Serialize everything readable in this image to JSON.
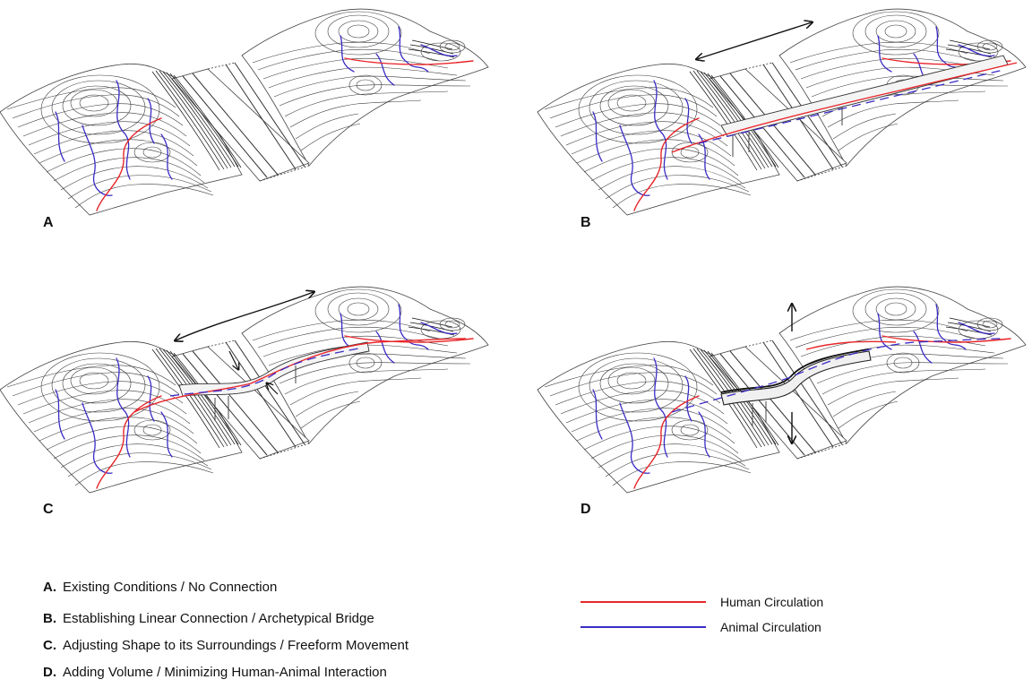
{
  "panels": [
    {
      "id": "A",
      "label": "A",
      "stage": "existing"
    },
    {
      "id": "B",
      "label": "B",
      "stage": "linear-bridge"
    },
    {
      "id": "C",
      "label": "C",
      "stage": "freeform-bridge"
    },
    {
      "id": "D",
      "label": "D",
      "stage": "volume-bridge"
    }
  ],
  "captions": [
    {
      "letter": "A.",
      "text": "Existing Conditions / No Connection"
    },
    {
      "letter": "B.",
      "text": "Establishing Linear Connection / Archetypical Bridge"
    },
    {
      "letter": "C.",
      "text": "Adjusting Shape to its Surroundings / Freeform Movement"
    },
    {
      "letter": "D.",
      "text": "Adding Volume / Minimizing Human-Animal Interaction"
    }
  ],
  "legend": [
    {
      "label": "Human Circulation",
      "color": "#e8262a"
    },
    {
      "label": "Animal Circulation",
      "color": "#3a2bc4"
    }
  ],
  "colors": {
    "contour": "#3a3a3a",
    "human": "#e8262a",
    "animal": "#3a2bc4",
    "arrow": "#111111"
  }
}
